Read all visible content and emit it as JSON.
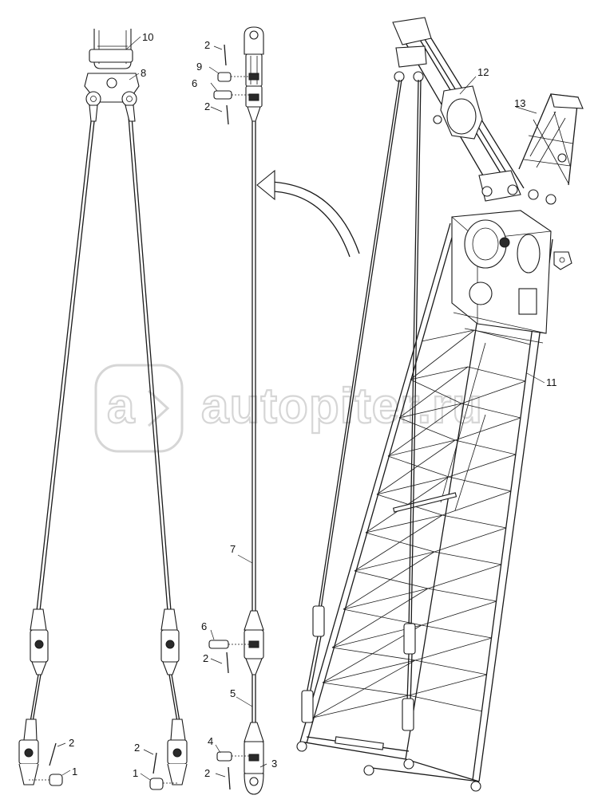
{
  "watermark": {
    "logo_text": "a",
    "text": "autopiter.ru"
  },
  "callouts": [
    {
      "id": "c10",
      "text": "10"
    },
    {
      "id": "c8",
      "text": "8"
    },
    {
      "id": "c2a",
      "text": "2"
    },
    {
      "id": "c9",
      "text": "9"
    },
    {
      "id": "c6a",
      "text": "6"
    },
    {
      "id": "c2b",
      "text": "2"
    },
    {
      "id": "c12",
      "text": "12"
    },
    {
      "id": "c13",
      "text": "13"
    },
    {
      "id": "c11",
      "text": "11"
    },
    {
      "id": "c7",
      "text": "7"
    },
    {
      "id": "c6b",
      "text": "6"
    },
    {
      "id": "c2c",
      "text": "2"
    },
    {
      "id": "c5",
      "text": "5"
    },
    {
      "id": "c2d",
      "text": "2"
    },
    {
      "id": "c1a",
      "text": "1"
    },
    {
      "id": "c2e",
      "text": "2"
    },
    {
      "id": "c1b",
      "text": "1"
    },
    {
      "id": "c4",
      "text": "4"
    },
    {
      "id": "c3",
      "text": "3"
    },
    {
      "id": "c2f",
      "text": "2"
    }
  ]
}
